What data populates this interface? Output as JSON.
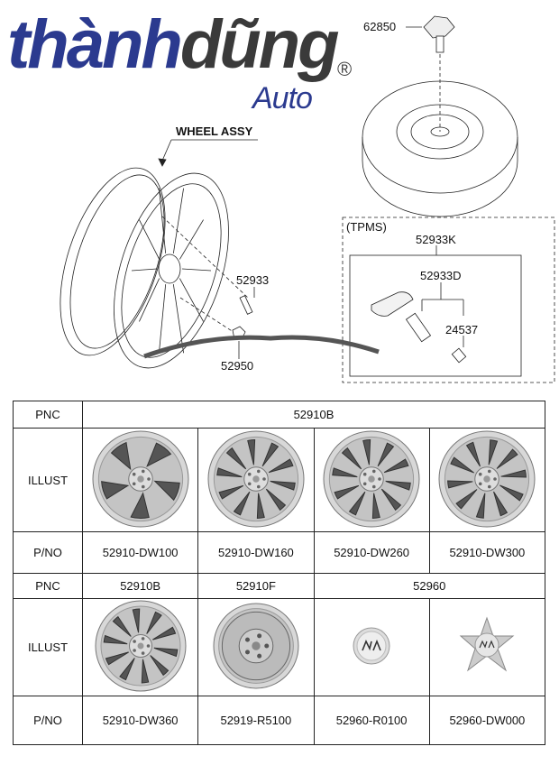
{
  "diagram": {
    "wheel_assy_label": "WHEEL ASSY",
    "callouts": {
      "hub_cap_top": "62850",
      "valve": "52933",
      "nut": "52950",
      "tpms_group": "(TPMS)",
      "tpms_kit": "52933K",
      "tpms_sensor": "52933D",
      "valve_cap": "24537"
    }
  },
  "watermark": {
    "auto": "Auto",
    "brand_a": "thành",
    "brand_b": "dũng",
    "registered": "®",
    "colors": {
      "blue": "#2b3a8f",
      "gray": "#3a3a3a"
    }
  },
  "table": {
    "row_headers": {
      "pnc": "PNC",
      "illust": "ILLUST",
      "pno": "P/NO"
    },
    "section1": {
      "pnc": "52910B",
      "items": [
        {
          "pno": "52910-DW100",
          "icon": "alloy-wheel-5-spoke"
        },
        {
          "pno": "52910-DW160",
          "icon": "alloy-wheel-10-spoke"
        },
        {
          "pno": "52910-DW260",
          "icon": "alloy-wheel-5-twin-spoke"
        },
        {
          "pno": "52910-DW300",
          "icon": "alloy-wheel-turbine-spoke"
        }
      ]
    },
    "section2": {
      "pnc": [
        "52910B",
        "52910F",
        "52960"
      ],
      "items": [
        {
          "pno": "52910-DW360",
          "icon": "alloy-wheel-5-split-spoke"
        },
        {
          "pno": "52919-R5100",
          "icon": "steel-spare-wheel"
        },
        {
          "pno": "52960-R0100",
          "icon": "kia-center-cap"
        },
        {
          "pno": "52960-DW000",
          "icon": "kia-star-hub-cap"
        }
      ]
    }
  }
}
